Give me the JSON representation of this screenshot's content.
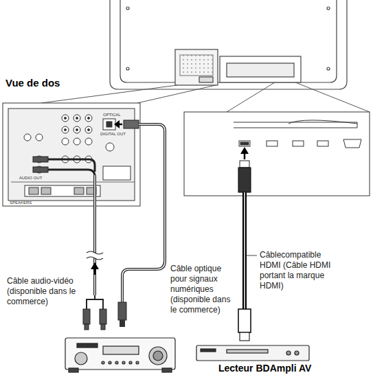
{
  "diagram": {
    "labels": [
      "Vue de dos",
      "OPTICAL",
      "DIGITAL OUT",
      "AUDIO OUT",
      "SPEAKERS",
      "Câble audio-vidéo (disponible dans le commerce)",
      "Câble optique pour signaux numériques (disponible dans le commerce)",
      "Câblecompatible HDMI (Câble HDMI portant la marque HDMI)",
      "Lecteur BDAmpli AV"
    ]
  }
}
